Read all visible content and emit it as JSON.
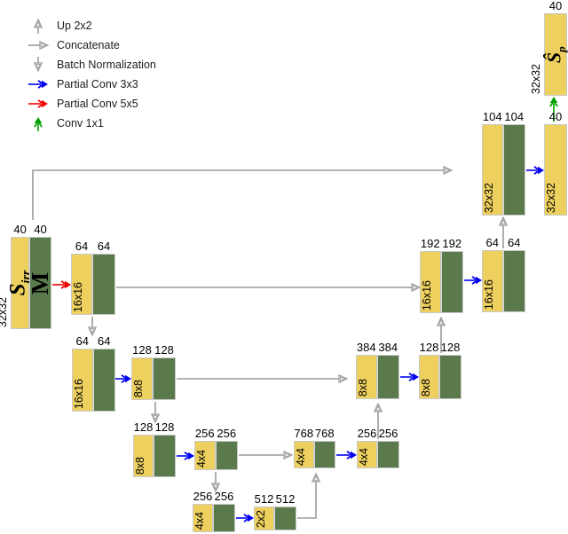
{
  "legend": {
    "items": [
      {
        "label": "Up 2x2",
        "icon": "up-arrow-icon",
        "dir": "up",
        "style": "open",
        "color_key": "arrow_gray"
      },
      {
        "label": "Concatenate",
        "icon": "concat-arrow-icon",
        "dir": "right",
        "style": "open",
        "color_key": "arrow_gray"
      },
      {
        "label": "Batch Normalization",
        "icon": "batchnorm-arrow-icon",
        "dir": "down",
        "style": "open",
        "color_key": "arrow_gray"
      },
      {
        "label": "Partial Conv 3x3",
        "icon": "pconv3-arrow-icon",
        "dir": "right",
        "style": "solid",
        "color_key": "pconv3_blue"
      },
      {
        "label": "Partial Conv 5x5",
        "icon": "pconv5-arrow-icon",
        "dir": "right",
        "style": "solid",
        "color_key": "pconv5_red"
      },
      {
        "label": "Conv 1x1",
        "icon": "conv1-arrow-icon",
        "dir": "up",
        "style": "solid",
        "color_key": "conv1_green"
      }
    ]
  },
  "blocks": {
    "input": {
      "n1": "40",
      "n2": "40",
      "dim": "32x32",
      "feature": "S",
      "feature_sub": "irr",
      "mask": "M"
    },
    "enc1": {
      "n1": "64",
      "n2": "64",
      "dim": "16x16"
    },
    "enc1b": {
      "n1": "64",
      "n2": "64",
      "dim": "16x16"
    },
    "enc2": {
      "n1": "128",
      "n2": "128",
      "dim": "8x8"
    },
    "enc2b": {
      "n1": "128",
      "n2": "128",
      "dim": "8x8"
    },
    "enc3": {
      "n1": "256",
      "n2": "256",
      "dim": "4x4"
    },
    "enc3b": {
      "n1": "256",
      "n2": "256",
      "dim": "4x4"
    },
    "bottleneck": {
      "n1": "512",
      "n2": "512",
      "dim": "2x2"
    },
    "dec3": {
      "n1": "768",
      "n2": "768",
      "dim": "4x4"
    },
    "dec3b": {
      "n1": "256",
      "n2": "256",
      "dim": "4x4"
    },
    "dec2": {
      "n1": "384",
      "n2": "384",
      "dim": "8x8"
    },
    "dec2b": {
      "n1": "128",
      "n2": "128",
      "dim": "8x8"
    },
    "dec1": {
      "n1": "192",
      "n2": "192",
      "dim": "16x16"
    },
    "dec1b": {
      "n1": "64",
      "n2": "64",
      "dim": "16x16"
    },
    "dec0": {
      "n1": "104",
      "n2": "104",
      "dim": "32x32"
    },
    "dec0b": {
      "n": "40",
      "dim": "32x32"
    },
    "output": {
      "n": "40",
      "dim": "32x32",
      "feature": "Ŝ",
      "feature_sub": "p"
    }
  },
  "colors": {
    "feature_map_yellow": "#edd05e",
    "mask_green": "#5a7a4c",
    "arrow_gray": "#9b9b9b",
    "pconv3_blue": "#0000f0",
    "pconv5_red": "#f00000",
    "conv1_green": "#00a000"
  }
}
